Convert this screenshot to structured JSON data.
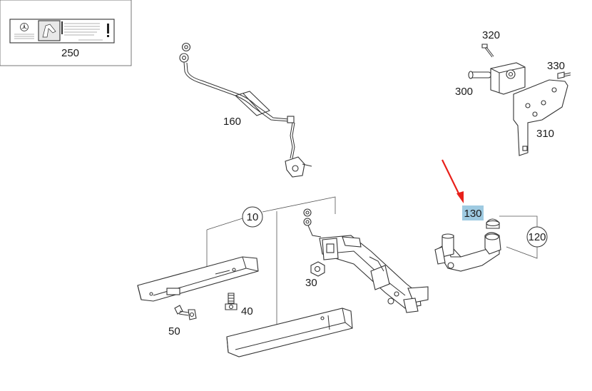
{
  "callouts": {
    "c250": "250",
    "c320": "320",
    "c330": "330",
    "c300": "300",
    "c310": "310",
    "c160": "160",
    "c10": "10",
    "c130": "130",
    "c120": "120",
    "c30": "30",
    "c40": "40",
    "c50": "50"
  },
  "highlight_color": "#9ecae1",
  "arrow_color": "#e8201a"
}
